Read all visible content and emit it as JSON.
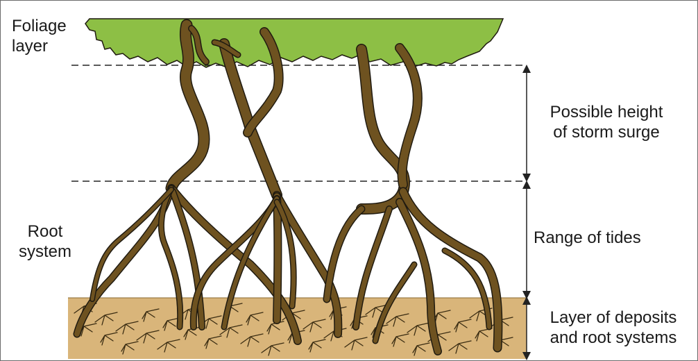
{
  "labels": {
    "foliage_line1": "Foliage",
    "foliage_line2": "layer",
    "root_line1": "Root",
    "root_line2": "system",
    "storm_line1": "Possible height",
    "storm_line2": "of storm surge",
    "tides": "Range of tides",
    "deposits_line1": "Layer of deposits",
    "deposits_line2": "and root systems"
  },
  "colors": {
    "foliage": "#8dbf45",
    "trunk": "#6e5220",
    "outline": "#1f1a10",
    "soil": "#d9b57a",
    "guide": "#222222"
  }
}
